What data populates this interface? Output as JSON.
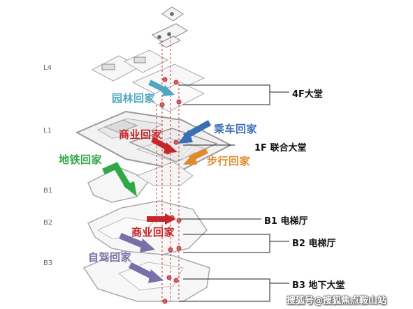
{
  "levels": [
    "L4",
    "L1",
    "B1",
    "B2",
    "B3"
  ],
  "routes": {
    "garden": {
      "label": "园林回家",
      "color": "#4fa8c2"
    },
    "commercial_l1": {
      "label": "商业回家",
      "color": "#c6262a"
    },
    "ride": {
      "label": "乘车回家",
      "color": "#3b6fb5"
    },
    "walk": {
      "label": "步行回家",
      "color": "#e08a2c"
    },
    "metro": {
      "label": "地铁回家",
      "color": "#2fa845"
    },
    "commercial_b2": {
      "label": "商业回家",
      "color": "#c6262a"
    },
    "drive": {
      "label": "自驾回家",
      "color": "#7b6fa8"
    }
  },
  "callouts": {
    "lobby_4f": "4F大堂",
    "lobby_1f": "1F 联合大堂",
    "elevator_b1": "B1 电梯厅",
    "elevator_b2": "B2 电梯厅",
    "lobby_b3": "B3 地下大堂"
  },
  "watermark": "搜狐号@搜狐焦点鞍山站"
}
